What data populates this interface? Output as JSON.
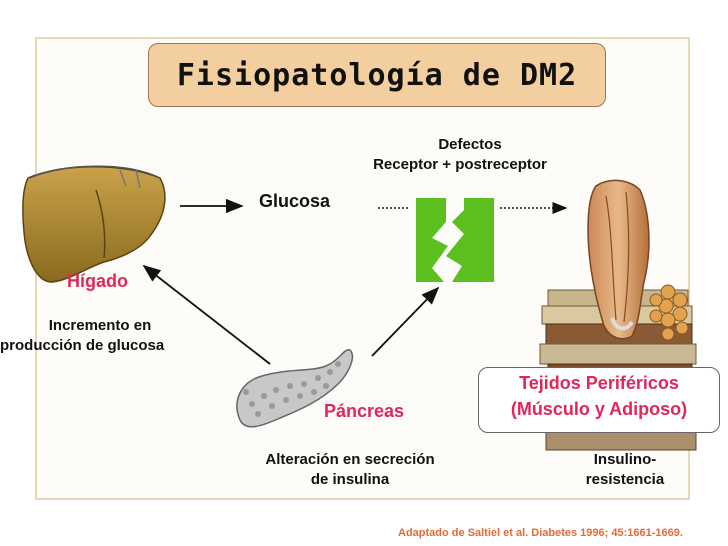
{
  "title": "Fisiopatología de DM2",
  "labels": {
    "defectos_line1": "Defectos",
    "defectos_line2": "Receptor + postreceptor",
    "glucosa": "Glucosa",
    "higado": "Hígado",
    "incremento_line1": "Incremento en",
    "incremento_line2": "producción de glucosa",
    "pancreas": "Páncreas",
    "alteracion_line1": "Alteración en secreción",
    "alteracion_line2": "de insulina",
    "tejidos_line1": "Tejidos Periféricos",
    "tejidos_line2": "(Músculo y Adiposo)",
    "insulino_line1": "Insulino-",
    "insulino_line2": "resistencia"
  },
  "citation": "Adaptado de Saltiel et al. Diabetes 1996; 45:1661-1669.",
  "colors": {
    "accent_red": "#e2265a",
    "receptor_green": "#5bbf1f",
    "title_fill": "#f3cfa0",
    "citation": "#e26b3a"
  },
  "icons": [
    "liver-icon",
    "pancreas-icon",
    "receptor-icon",
    "muscle-icon",
    "books-icon",
    "adipose-icon"
  ]
}
